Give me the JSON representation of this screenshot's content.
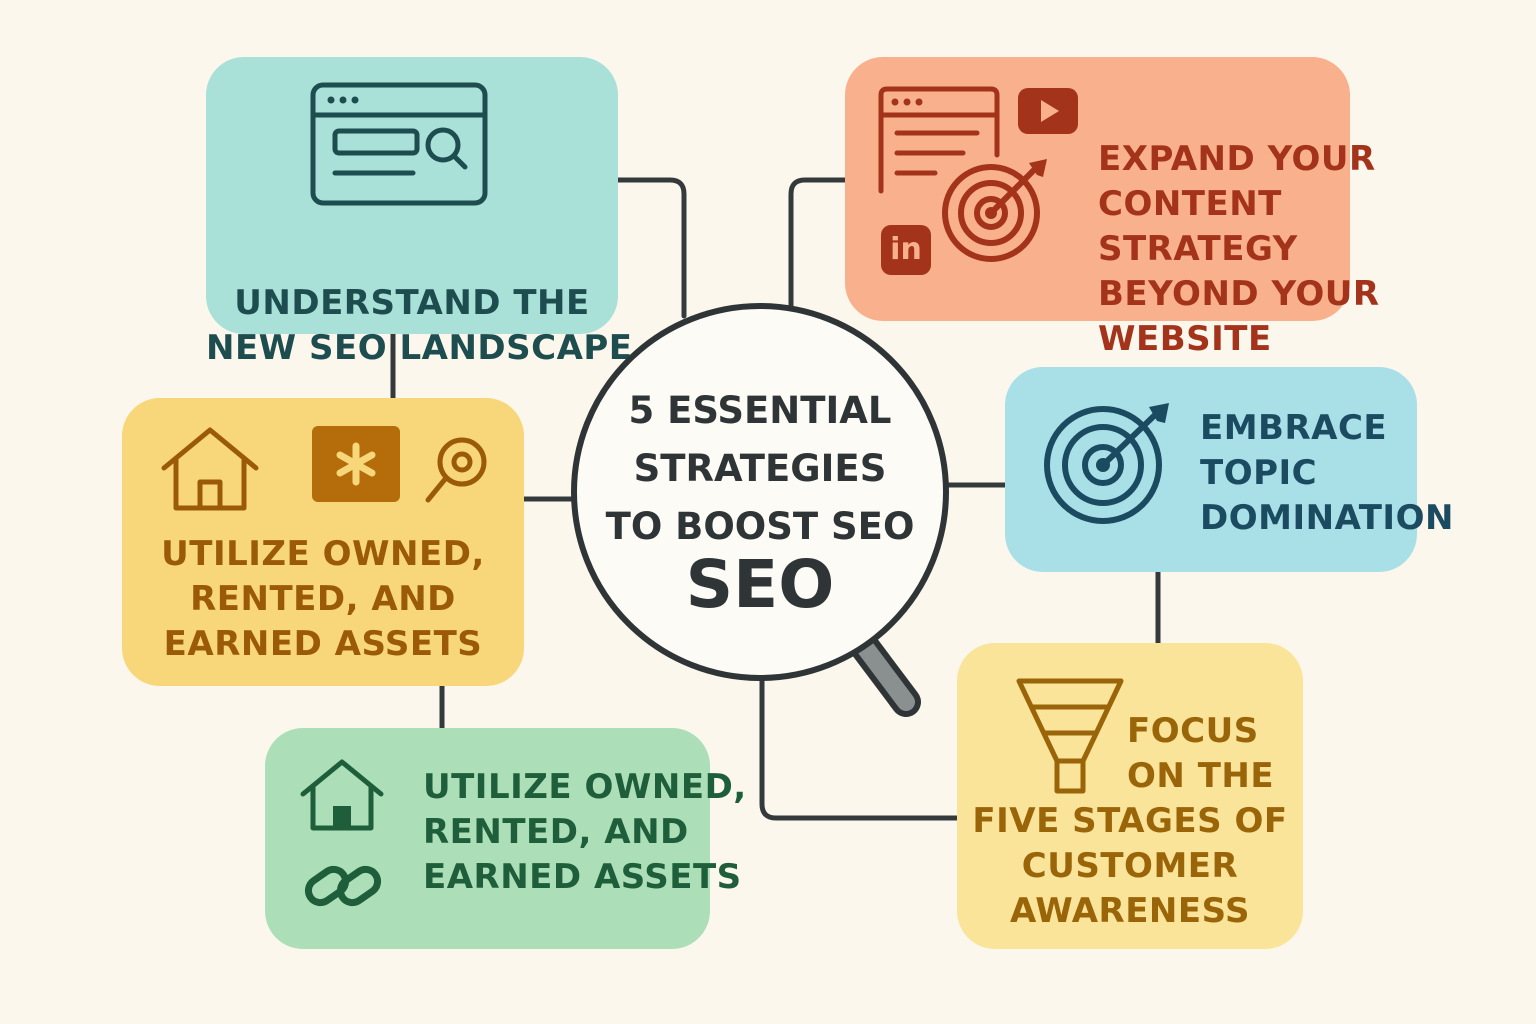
{
  "center": {
    "title_lines": [
      "5 ESSENTIAL",
      "STRATEGIES",
      "TO BOOST SEO"
    ],
    "word": "SEO",
    "icon": "magnifying-glass-icon"
  },
  "cards": {
    "seo_landscape": {
      "lines": [
        "UNDERSTAND THE",
        "NEW SEO LANDSCAPE"
      ],
      "icons": [
        "browser-search-icon"
      ],
      "color": "#a9e0d8"
    },
    "content_strategy": {
      "lines": [
        "EXPAND YOUR",
        "CONTENT",
        "STRATEGY",
        "BEYOND YOUR",
        "WEBSITE"
      ],
      "icons": [
        "browser-window-icon",
        "youtube-icon",
        "target-icon",
        "linkedin-icon"
      ],
      "linkedin_text": "in",
      "color": "#f9b08d"
    },
    "assets_yellow": {
      "lines": [
        "UTILIZE OWNED,",
        "RENTED, AND",
        "EARNED ASSETS"
      ],
      "icons": [
        "house-icon",
        "asterisk-icon",
        "location-pin-icon"
      ],
      "color": "#f8d77a"
    },
    "topic_domination": {
      "lines": [
        "EMBRACE",
        "TOPIC",
        "DOMINATION"
      ],
      "icons": [
        "target-icon"
      ],
      "color": "#a9dfe6"
    },
    "assets_green": {
      "lines": [
        "UTILIZE OWNED,",
        "RENTED, AND",
        "EARNED ASSETS"
      ],
      "icons": [
        "house-icon",
        "link-icon"
      ],
      "color": "#acdfb8"
    },
    "customer_awareness": {
      "lines": [
        "FOCUS",
        "ON THE",
        "FIVE STAGES OF",
        "CUSTOMER",
        "AWARENESS"
      ],
      "icons": [
        "funnel-icon"
      ],
      "color": "#fae49a"
    }
  }
}
